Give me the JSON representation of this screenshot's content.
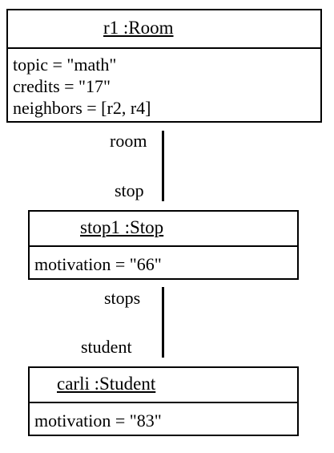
{
  "objects": {
    "room": {
      "title": "r1 :Room",
      "attributes": [
        "topic = \"math\"",
        "credits = \"17\"",
        "neighbors = [r2, r4]"
      ]
    },
    "stop": {
      "title": "stop1 :Stop",
      "attributes": [
        "motivation = \"66\""
      ]
    },
    "student": {
      "title": "carli :Student",
      "attributes": [
        "motivation = \"83\""
      ]
    }
  },
  "links": [
    {
      "from": "r1 :Room",
      "to": "stop1 :Stop",
      "role_top": "room",
      "role_bottom": "stop"
    },
    {
      "from": "stop1 :Stop",
      "to": "carli :Student",
      "role_top": "stops",
      "role_bottom": "student"
    }
  ]
}
